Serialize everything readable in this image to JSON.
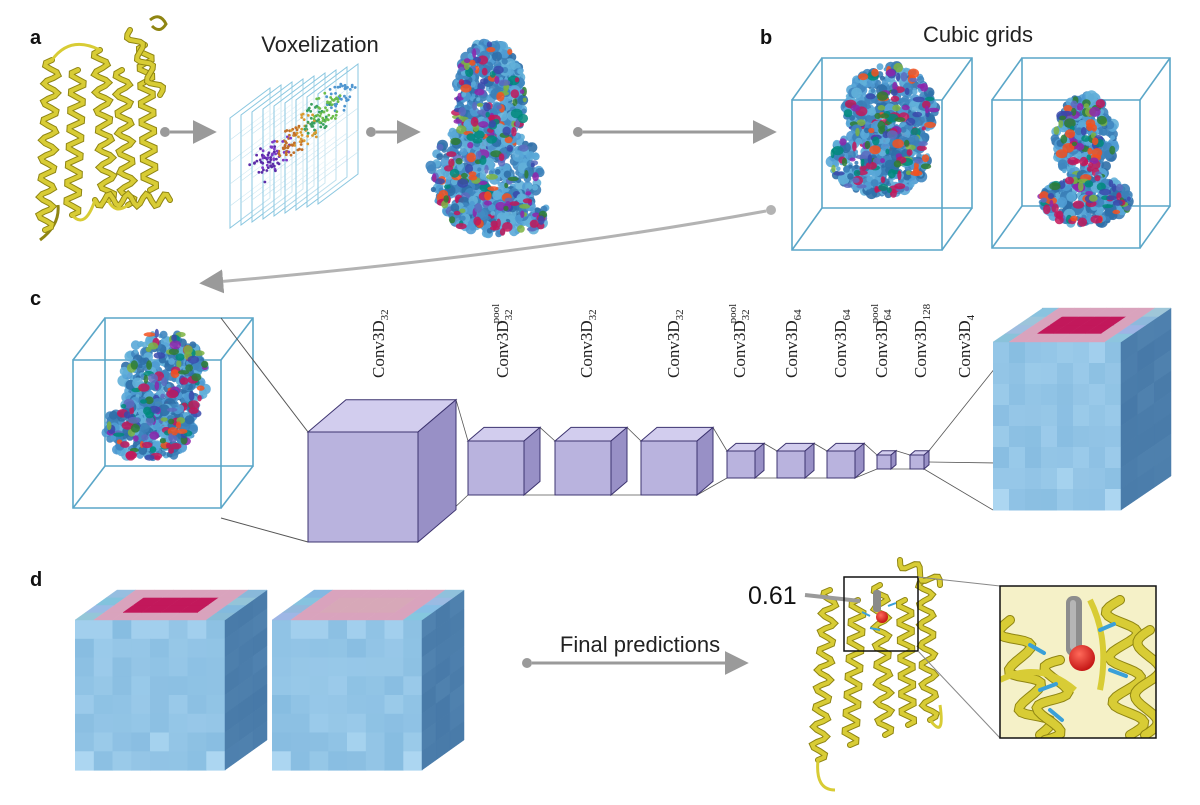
{
  "panels": [
    "a",
    "b",
    "c",
    "d"
  ],
  "titles": {
    "voxelization": "Voxelization",
    "cubic_grids": "Cubic grids",
    "final_predictions": "Final predictions"
  },
  "prediction_score": "0.61",
  "layers": [
    {
      "base": "Conv3D",
      "sub": "32",
      "sup": ""
    },
    {
      "base": "Conv3D",
      "sub": "32",
      "sup": "pool"
    },
    {
      "base": "Conv3D",
      "sub": "32",
      "sup": ""
    },
    {
      "base": "Conv3D",
      "sub": "32",
      "sup": ""
    },
    {
      "base": "Conv3D",
      "sub": "32",
      "sup": "pool"
    },
    {
      "base": "Conv3D",
      "sub": "64",
      "sup": ""
    },
    {
      "base": "Conv3D",
      "sub": "64",
      "sup": ""
    },
    {
      "base": "Conv3D",
      "sub": "64",
      "sup": "pool"
    },
    {
      "base": "Conv3D",
      "sub": "128",
      "sup": ""
    },
    {
      "base": "Conv3D",
      "sub": "4",
      "sup": ""
    }
  ],
  "colors": {
    "protein": "#d8cc35",
    "protein_dark": "#8f8512",
    "grid_outline": "#5aa6c8",
    "layer_front": "#b9b3de",
    "layer_top": "#d2cdee",
    "layer_side": "#9890c6",
    "layer_edge": "#3d3470",
    "output_blue": "#5d9fcf",
    "hotspot": "#c2185b",
    "arrow": "#9a9a9a"
  }
}
